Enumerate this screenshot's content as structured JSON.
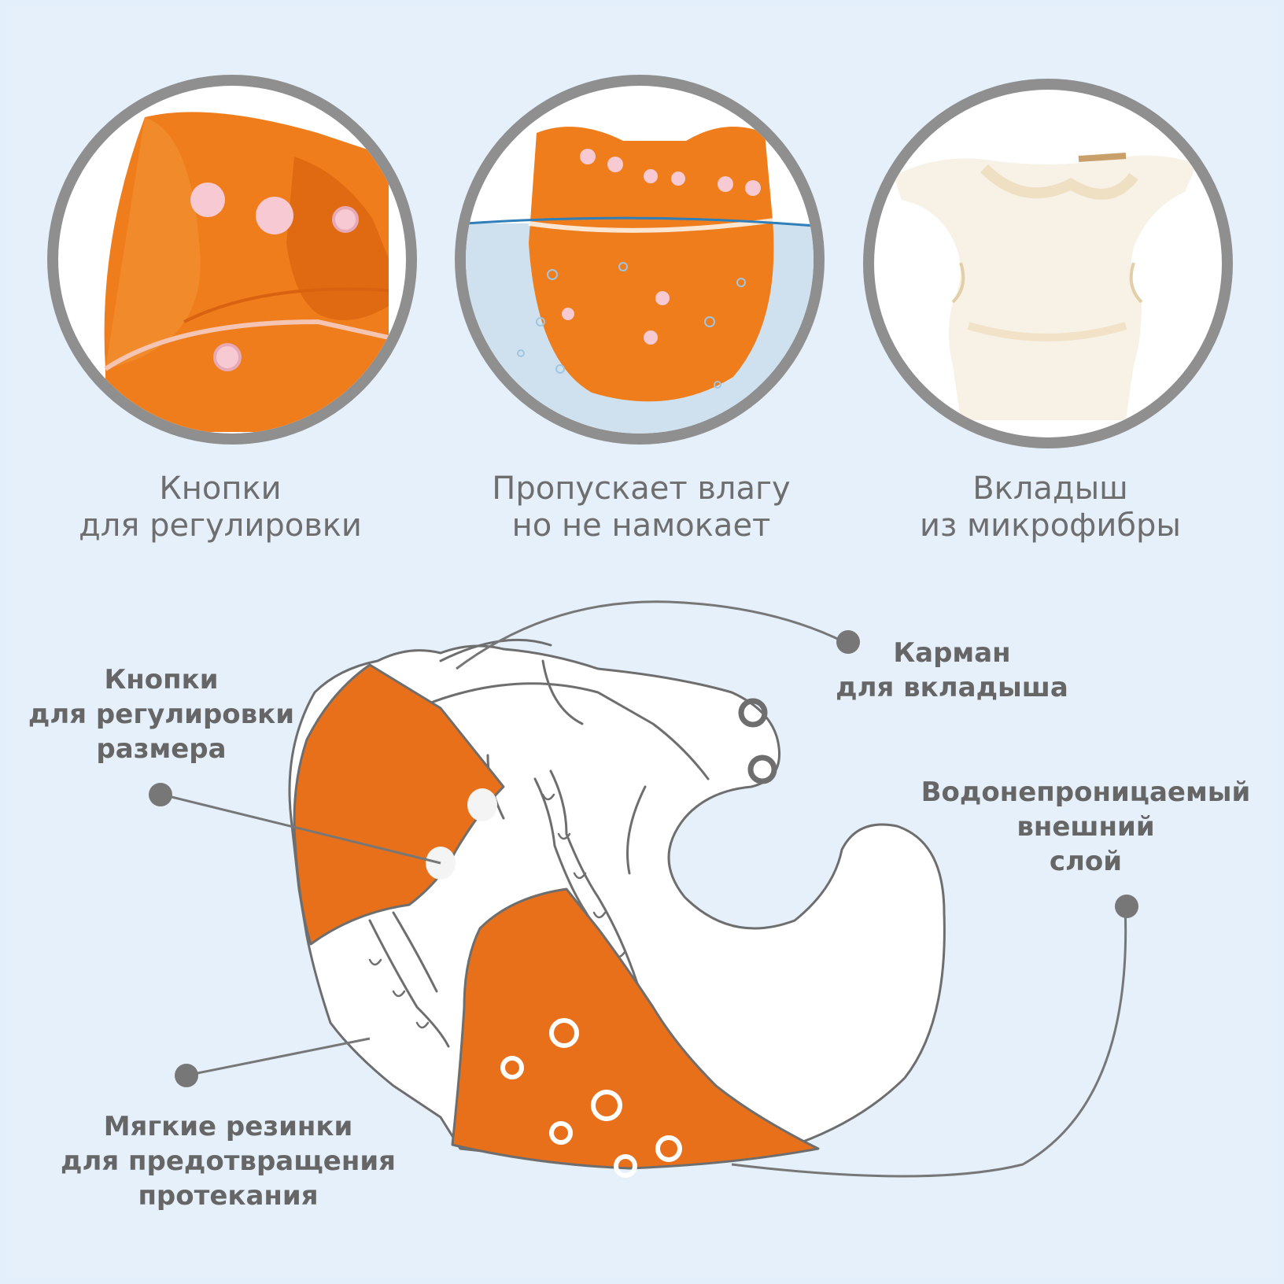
{
  "features": [
    {
      "icon": "snap-buttons-photo-icon",
      "line1": "Кнопки",
      "line2": "для регулировки"
    },
    {
      "icon": "waterproof-photo-icon",
      "line1": "Пропускает влагу",
      "line2": "но не намокает"
    },
    {
      "icon": "microfiber-insert-photo-icon",
      "line1": "Вкладыш",
      "line2": "из микрофибры"
    }
  ],
  "callouts": {
    "pocket": {
      "line1": "Карман",
      "line2": "для вкладыша"
    },
    "buttons": {
      "line1": "Кнопки",
      "line2": "для регулировки",
      "line3": "размера"
    },
    "outer_layer": {
      "line1": "Водонепроницаемый",
      "line2": "внешний",
      "line3": "слой"
    },
    "elastics": {
      "line1": "Мягкие резинки",
      "line2": "для предотвращения",
      "line3": "протекания"
    }
  },
  "colors": {
    "orange": "#e8701a",
    "gray": "#8a8a8a",
    "background": "#e5f0fb"
  }
}
